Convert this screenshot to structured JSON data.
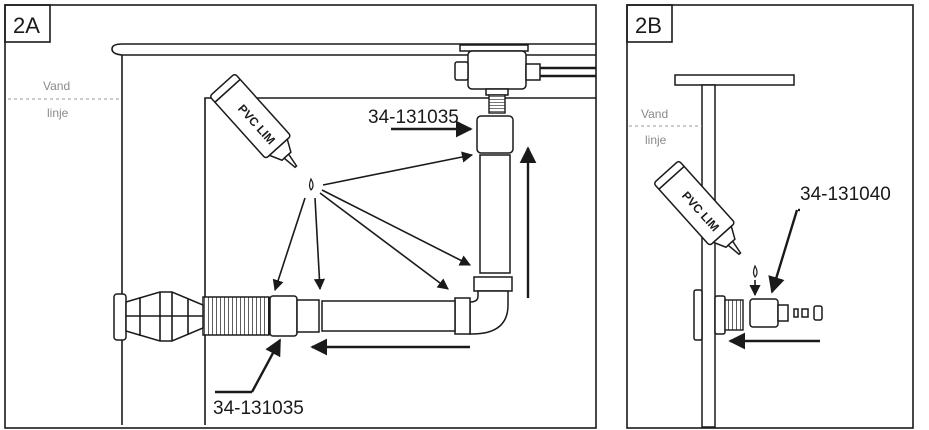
{
  "panel_a": {
    "label": "2A",
    "waterline_line1": "Vand",
    "waterline_line2": "linje",
    "glue_label": "PVC LIM",
    "part_top": "34-131035",
    "part_bottom": "34-131035"
  },
  "panel_b": {
    "label": "2B",
    "waterline_line1": "Vand",
    "waterline_line2": "linje",
    "glue_label": "PVC LIM",
    "part": "34-131040"
  },
  "colors": {
    "line": "#1a1a1a",
    "waterline": "#999999",
    "fill": "#e6e6e6"
  }
}
